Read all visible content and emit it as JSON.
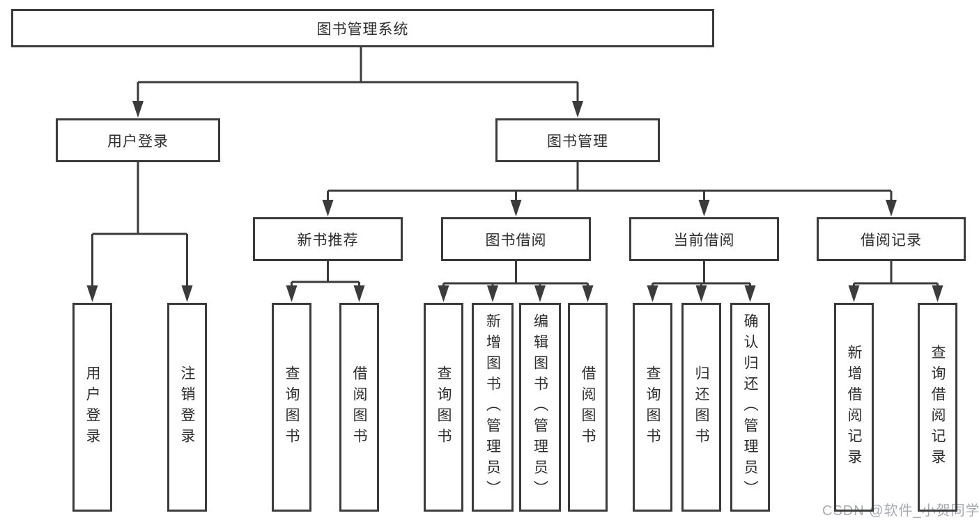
{
  "tree": {
    "root": "图书管理系统",
    "children": [
      {
        "label": "用户登录",
        "leaves": [
          "用户登录",
          "注销登录"
        ]
      },
      {
        "label": "图书管理",
        "children": [
          {
            "label": "新书推荐",
            "leaves": [
              "查询图书",
              "借阅图书"
            ]
          },
          {
            "label": "图书借阅",
            "leaves": [
              "查询图书",
              "新增图书（管理员）",
              "编辑图书（管理员）",
              "借阅图书"
            ]
          },
          {
            "label": "当前借阅",
            "leaves": [
              "查询图书",
              "归还图书",
              "确认归还（管理员）"
            ]
          },
          {
            "label": "借阅记录",
            "leaves": [
              "新增借阅记录",
              "查询借阅记录"
            ]
          }
        ]
      }
    ]
  },
  "watermark": {
    "text": "CSDN @软件_小贺同学"
  },
  "colors": {
    "line": "#3b3b3b",
    "text": "#2e2e2e",
    "watermark": "#a6aab2"
  }
}
